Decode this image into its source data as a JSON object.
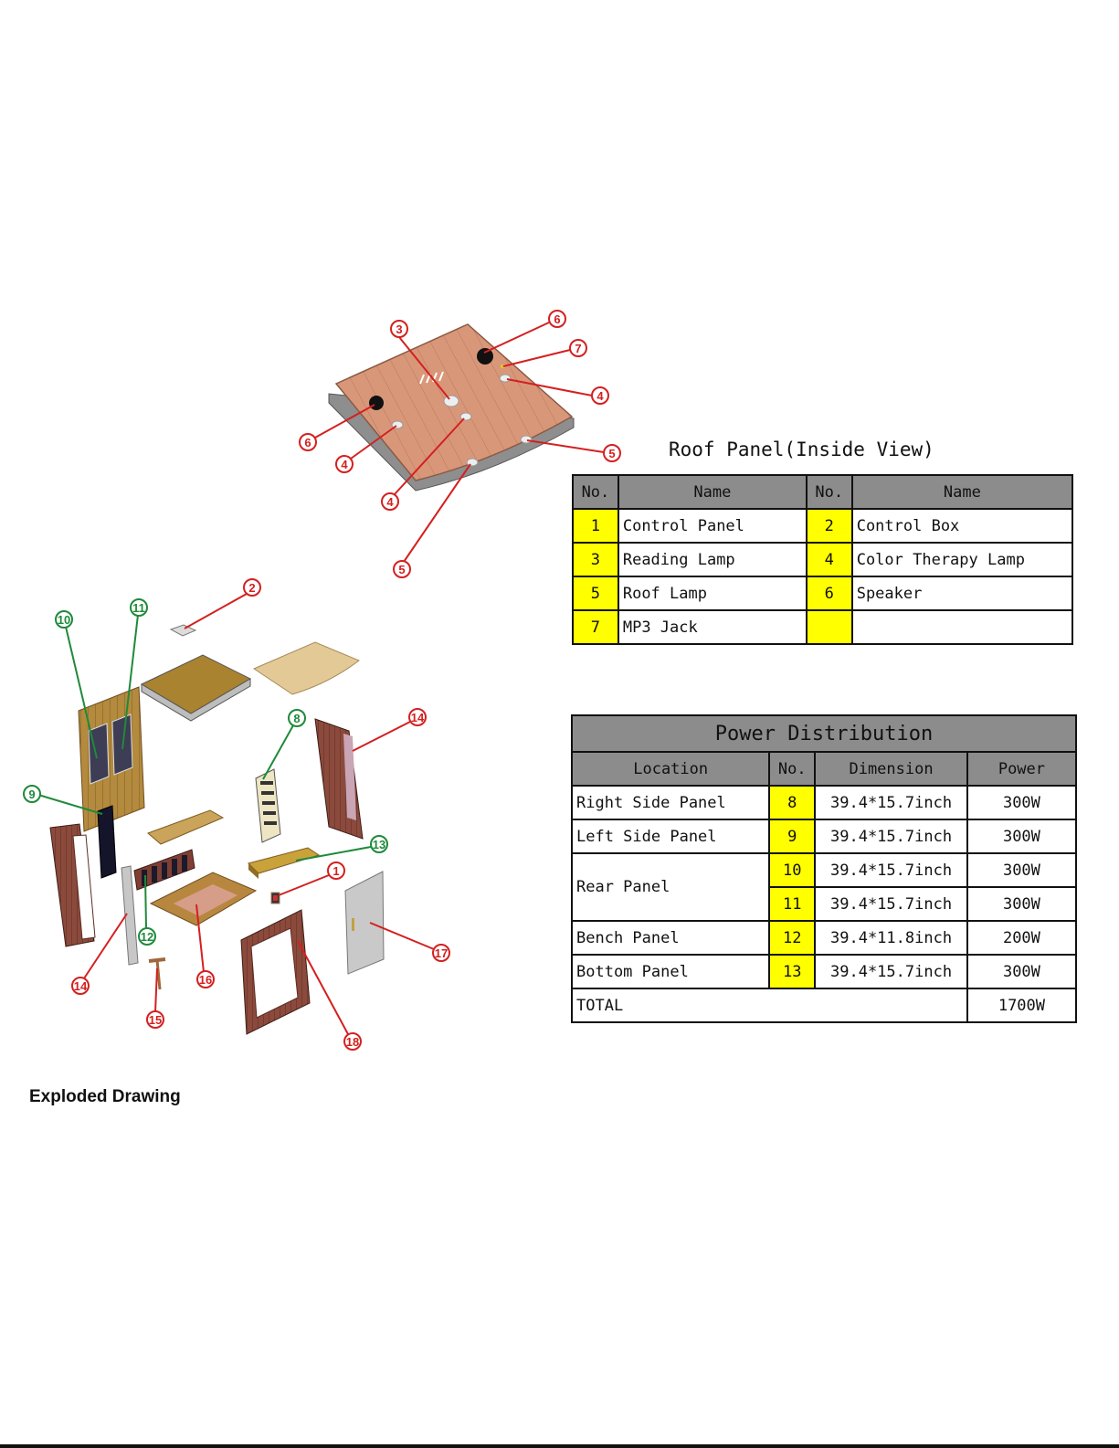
{
  "caption": "Exploded Drawing",
  "roof_panel": {
    "title": "Roof Panel(Inside View)",
    "headers": [
      "No.",
      "Name",
      "No.",
      "Name"
    ],
    "rows": [
      {
        "no1": "1",
        "name1": "Control Panel",
        "no2": "2",
        "name2": "Control Box"
      },
      {
        "no1": "3",
        "name1": "Reading Lamp",
        "no2": "4",
        "name2": "Color Therapy Lamp"
      },
      {
        "no1": "5",
        "name1": "Roof Lamp",
        "no2": "6",
        "name2": "Speaker"
      },
      {
        "no1": "7",
        "name1": "MP3 Jack",
        "no2": "",
        "name2": ""
      }
    ]
  },
  "power_distribution": {
    "title": "Power Distribution",
    "headers": [
      "Location",
      "No.",
      "Dimension",
      "Power"
    ],
    "rows": [
      {
        "location": "Right Side Panel",
        "no": "8",
        "dimension": "39.4*15.7inch",
        "power": "300W"
      },
      {
        "location": "Left Side Panel",
        "no": "9",
        "dimension": "39.4*15.7inch",
        "power": "300W"
      },
      {
        "location": "Rear Panel",
        "no": "10",
        "dimension": "39.4*15.7inch",
        "power": "300W"
      },
      {
        "location": "",
        "no": "11",
        "dimension": "39.4*15.7inch",
        "power": "300W"
      },
      {
        "location": "Bench Panel",
        "no": "12",
        "dimension": "39.4*11.8inch",
        "power": "200W"
      },
      {
        "location": "Bottom Panel",
        "no": "13",
        "dimension": "39.4*15.7inch",
        "power": "300W"
      }
    ],
    "total_label": "TOTAL",
    "total_value": "1700W"
  },
  "callouts": {
    "roof": [
      "3",
      "6",
      "7",
      "4",
      "6",
      "4",
      "4",
      "5",
      "5"
    ],
    "exploded": [
      "2",
      "10",
      "11",
      "8",
      "14",
      "9",
      "13",
      "1",
      "12",
      "14",
      "16",
      "15",
      "17",
      "18"
    ]
  },
  "colors": {
    "red_callout": "#d42020",
    "green_callout": "#1f8a3a",
    "highlight": "#ffff00",
    "header_gray": "#8c8c8c",
    "wood": "#d9977a"
  }
}
